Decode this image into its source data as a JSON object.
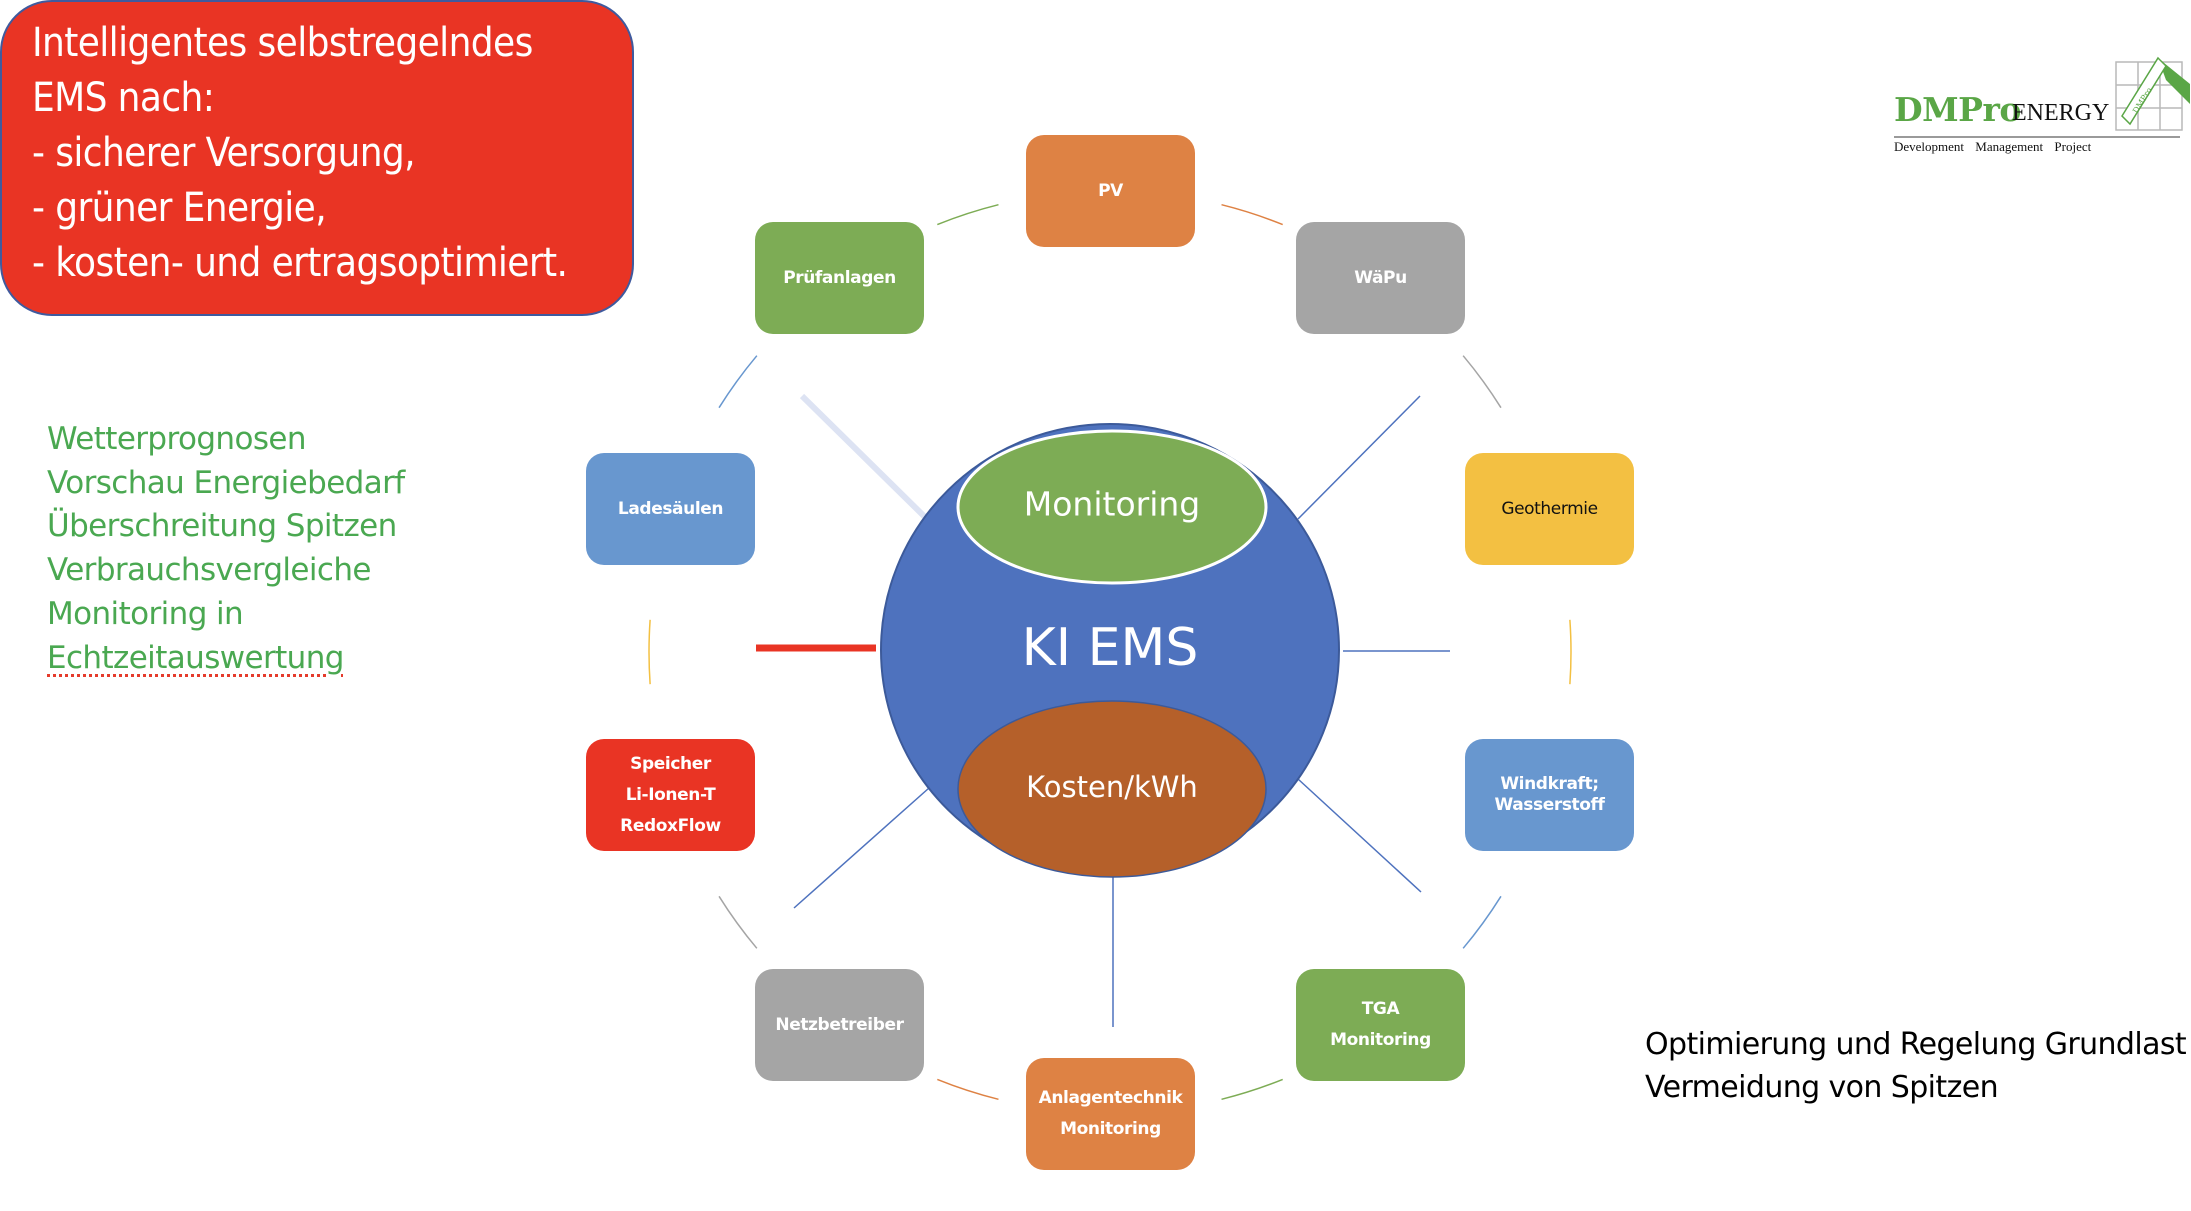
{
  "headline_box": {
    "lines": [
      "Intelligentes selbstregelndes",
      "EMS nach:",
      "- sicherer Versorgung,",
      "- grüner Energie,",
      "- kosten- und ertragsoptimiert."
    ],
    "fill_color": "#e93424",
    "border_color": "#3f5a9e"
  },
  "features": {
    "color": "#4aa851",
    "items": [
      "Wetterprognosen",
      "Vorschau Energiebedarf",
      "Überschreitung Spitzen",
      "Verbrauchsvergleiche",
      "Monitoring in",
      "Echtzeitauswertung"
    ]
  },
  "center": {
    "title": "KI EMS",
    "top_label": "Monitoring",
    "bottom_label": "Kosten/kWh",
    "colors": {
      "core": "#4e72be",
      "top": "#7dac55",
      "bottom": "#b5602a"
    }
  },
  "nodes": [
    {
      "id": "pv",
      "lines": [
        "PV"
      ],
      "color": "#de8244"
    },
    {
      "id": "waepu",
      "lines": [
        "WäPu"
      ],
      "color": "#a5a5a5"
    },
    {
      "id": "geothermie",
      "lines": [
        "Geothermie"
      ],
      "color": "#f3c042"
    },
    {
      "id": "windkraft",
      "lines": [
        "Windkraft;",
        "Wasserstoff"
      ],
      "color": "#6897cf"
    },
    {
      "id": "tga",
      "lines": [
        "TGA",
        "Monitoring"
      ],
      "color": "#7dac55"
    },
    {
      "id": "anlagentechnik",
      "lines": [
        "Anlagentechnik",
        "Monitoring"
      ],
      "color": "#de8244"
    },
    {
      "id": "netzbetreiber",
      "lines": [
        "Netzbetreiber"
      ],
      "color": "#a5a5a5"
    },
    {
      "id": "speicher",
      "lines": [
        "Speicher",
        "Li-Ionen-T",
        "RedoxFlow"
      ],
      "color": "#e93424"
    },
    {
      "id": "ladesaeulen",
      "lines": [
        "Ladesäulen"
      ],
      "color": "#6897cf"
    },
    {
      "id": "pruefanlagen",
      "lines": [
        "Prüfanlagen"
      ],
      "color": "#7dac55"
    }
  ],
  "cycle_arc_colors": [
    "#de8244",
    "#a5a5a5",
    "#f3c042",
    "#6897cf",
    "#7dac55",
    "#de8244",
    "#a5a5a5",
    "#f3c042",
    "#6897cf",
    "#7dac55"
  ],
  "note": {
    "lines": [
      "Optimierung und Regelung Grundlast",
      "Vermeidung von Spitzen"
    ]
  },
  "logo": {
    "brand": "DMPro",
    "brand_suffix": "ENERGY",
    "tagline": "Development Management Project",
    "badge": "DMPro",
    "color": "#5aa646"
  }
}
